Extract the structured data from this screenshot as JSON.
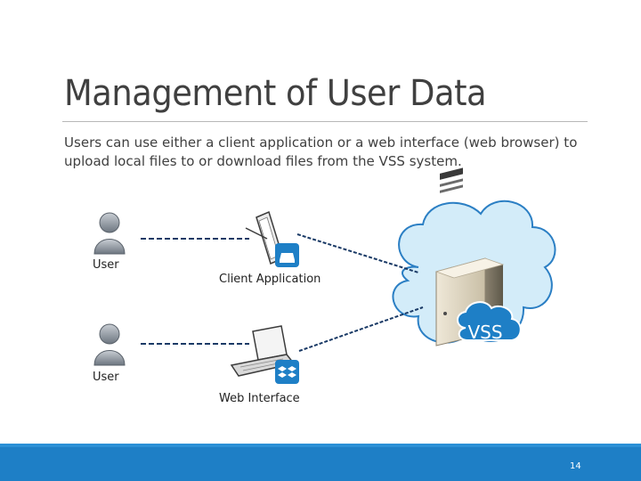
{
  "slide": {
    "title": "Management of User Data",
    "body": "Users can use either a client application or a web interface (web browser) to upload local files to or download files from the VSS system.",
    "page_number": "14"
  },
  "diagram": {
    "user1_label": "User",
    "user2_label": "User",
    "client_app_label": "Client Application",
    "web_interface_label": "Web Interface",
    "server_label": "VSS"
  },
  "colors": {
    "footer": "#1e7fc6",
    "cloud_fill": "#d3ecf9",
    "cloud_stroke": "#2b7fc4",
    "badge": "#1e7fc6",
    "connector": "#1a3a66"
  }
}
